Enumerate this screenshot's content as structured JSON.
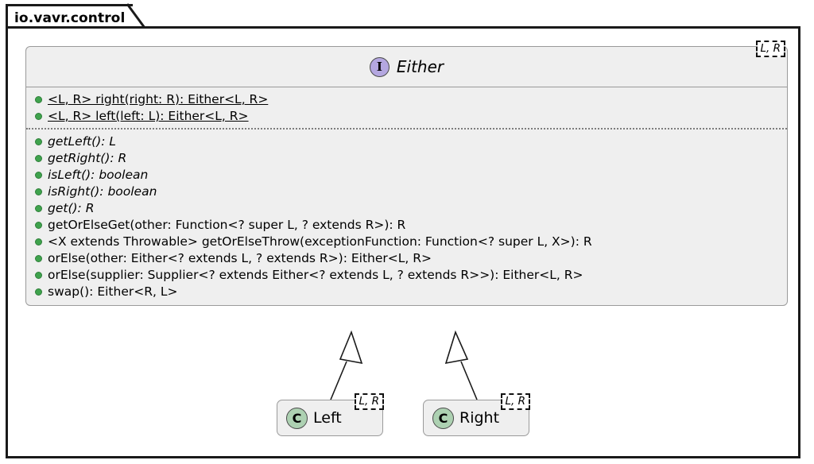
{
  "package": {
    "name": "io.vavr.control"
  },
  "interface": {
    "icon": "interface-circle-icon",
    "icon_letter": "I",
    "name": "Either",
    "generics": "L, R",
    "static_methods": [
      "<L, R> right(right: R): Either<L, R>",
      "<L, R> left(left: L): Either<L, R>"
    ],
    "methods": [
      {
        "signature": "getLeft(): L",
        "abstract": true
      },
      {
        "signature": "getRight(): R",
        "abstract": true
      },
      {
        "signature": "isLeft(): boolean",
        "abstract": true
      },
      {
        "signature": "isRight(): boolean",
        "abstract": true
      },
      {
        "signature": "get(): R",
        "abstract": true
      },
      {
        "signature": "getOrElseGet(other: Function<? super L, ? extends R>): R",
        "abstract": false
      },
      {
        "signature": "<X extends Throwable> getOrElseThrow(exceptionFunction: Function<? super L, X>): R",
        "abstract": false
      },
      {
        "signature": "orElse(other: Either<? extends L, ? extends R>): Either<L, R>",
        "abstract": false
      },
      {
        "signature": "orElse(supplier: Supplier<? extends Either<? extends L, ? extends R>>): Either<L, R>",
        "abstract": false
      },
      {
        "signature": "swap(): Either<R, L>",
        "abstract": false
      }
    ]
  },
  "subclasses": [
    {
      "icon_letter": "C",
      "name": "Left",
      "generics": "L, R"
    },
    {
      "icon_letter": "C",
      "name": "Right",
      "generics": "L, R"
    }
  ],
  "relations": [
    {
      "type": "generalization",
      "from": "Left",
      "to": "Either"
    },
    {
      "type": "generalization",
      "from": "Right",
      "to": "Either"
    }
  ],
  "colors": {
    "interface_icon": "#B4A7E0",
    "class_icon": "#ADD1B2",
    "visibility_public": "#3FA34D",
    "box_fill": "#efefef",
    "frame_border": "#1a1a1a"
  }
}
